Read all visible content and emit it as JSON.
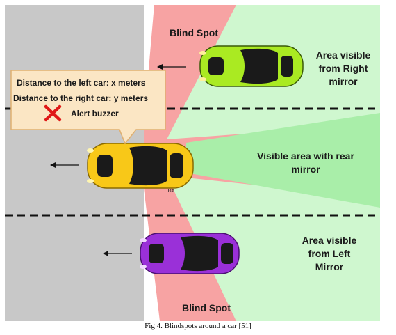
{
  "labels": {
    "blind_spot_top": "Blind Spot",
    "blind_spot_bottom": "Blind Spot",
    "right_mirror": [
      "Area visible",
      "from Right",
      "mirror"
    ],
    "rear_mirror": [
      "Visible area with rear",
      "mirror"
    ],
    "left_mirror": [
      "Area visible",
      "from Left",
      "Mirror"
    ],
    "car_text": "Text"
  },
  "callout": {
    "left_distance": "Distance to the left car: x meters",
    "right_distance": "Distance to the right car: y meters",
    "alert": "Alert buzzer"
  },
  "caption": "Fig 4. Blindspots around a car [51]",
  "colors": {
    "road": "#c8c8c8",
    "blind_spot": "#f7a3a3",
    "visible_mirror": "#cff7cf",
    "visible_rear": "#a9eea9",
    "callout_fill": "#fbe6c4",
    "callout_stroke": "#e0b070",
    "car_green": "#aaea22",
    "car_yellow": "#f8c818",
    "car_purple": "#9a30d8",
    "alert_x": "#e01818"
  },
  "icons": [
    "alert-x-icon",
    "arrow-left-icon"
  ]
}
